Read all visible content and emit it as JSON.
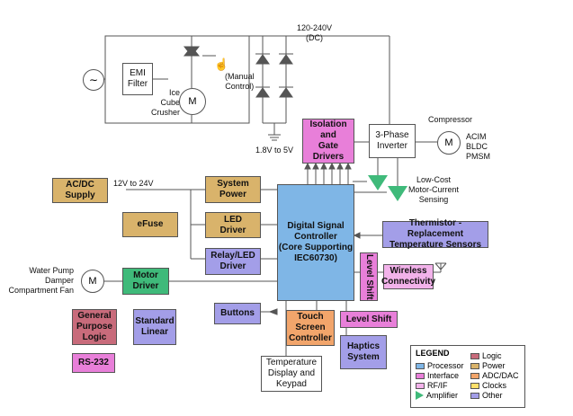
{
  "top": {
    "voltage_label": "120-240V\n(DC)",
    "emi_filter": "EMI\nFilter",
    "manual_control": "(Manual\nControl)",
    "ice_cube_crusher": "Ice\nCube\nCrusher",
    "motor_symbol": "M",
    "low_voltage": "1.8V to 5V"
  },
  "right": {
    "compressor": "Compressor",
    "motor_types": "ACIM\nBLDC\nPMSM",
    "motor_symbol": "M",
    "isolation_gate_drivers": "Isolation\nand\nGate\nDrivers",
    "three_phase_inverter": "3-Phase\nInverter",
    "current_sensing": "Low-Cost\nMotor-Current\nSensing",
    "thermistor": "Thermistor - Replacement\nTemperature Sensors",
    "level_shift_vertical": "Level Shift",
    "wireless": "Wireless\nConnectivity"
  },
  "left": {
    "ac_dc_supply": "AC/DC\nSupply",
    "supply_voltage": "12V to 24V",
    "efuse": "eFuse",
    "system_power": "System\nPower",
    "led_driver": "LED\nDriver",
    "relay_led_driver": "Relay/LED\nDriver",
    "water_pump": "Water Pump\nDamper\nCompartment Fan",
    "motor_symbol": "M",
    "motor_driver": "Motor\nDriver",
    "gp_logic": "General\nPurpose\nLogic",
    "standard_linear": "Standard\nLinear",
    "rs232": "RS-232"
  },
  "center": {
    "dsc": "Digital Signal\nController\n(Core Supporting\nIEC60730)",
    "buttons": "Buttons",
    "touch_screen": "Touch\nScreen\nController",
    "temp_display": "Temperature\nDisplay and\nKeypad",
    "level_shift": "Level Shift",
    "haptics": "Haptics\nSystem"
  },
  "legend": {
    "title": "LEGEND",
    "items": [
      {
        "label": "Logic",
        "color": "#c86b7b"
      },
      {
        "label": "Processor",
        "color": "#7fb6e6"
      },
      {
        "label": "Power",
        "color": "#d9b36b"
      },
      {
        "label": "Interface",
        "color": "#e87fd9"
      },
      {
        "label": "ADC/DAC",
        "color": "#f2a56b"
      },
      {
        "label": "RF/IF",
        "color": "#f2b2ea"
      },
      {
        "label": "Clocks",
        "color": "#ffe06b"
      },
      {
        "label": "Amplifier",
        "color": "#3fba7a"
      },
      {
        "label": "Other",
        "color": "#a39ee8"
      }
    ]
  }
}
